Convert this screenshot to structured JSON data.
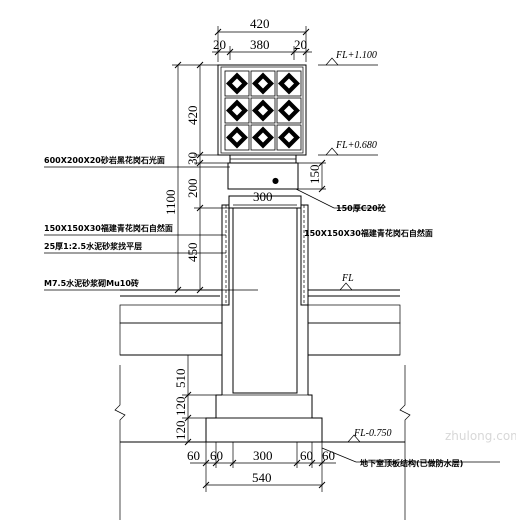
{
  "drawing": {
    "top_dims": [
      "420",
      "20",
      "380",
      "20"
    ],
    "bottom_dims": [
      "60",
      "60",
      "300",
      "60",
      "60",
      "540"
    ],
    "vertical_dims": [
      "420",
      "30",
      "200",
      "1100",
      "450",
      "510",
      "120",
      "120"
    ],
    "slab_dim": "150",
    "base_dim": "300",
    "levels": [
      "FL+1.100",
      "FL+0.680",
      "FL",
      "FL-0.750"
    ],
    "notes": {
      "cap": "600X200X20砂岩黑花岗石光面",
      "side_stone": "150X150X30福建青花岗石自然面",
      "mortar": "25厚1:2.5水泥砂浆找平层",
      "brick": "M7.5水泥砂浆砌Mu10砖",
      "concrete": "150厚C20砼",
      "right_stone": "150X150X30福建青花岗石自然面",
      "roof": "地下室顶板结构(已做防水层)"
    },
    "watermark": "zhulong.com"
  }
}
